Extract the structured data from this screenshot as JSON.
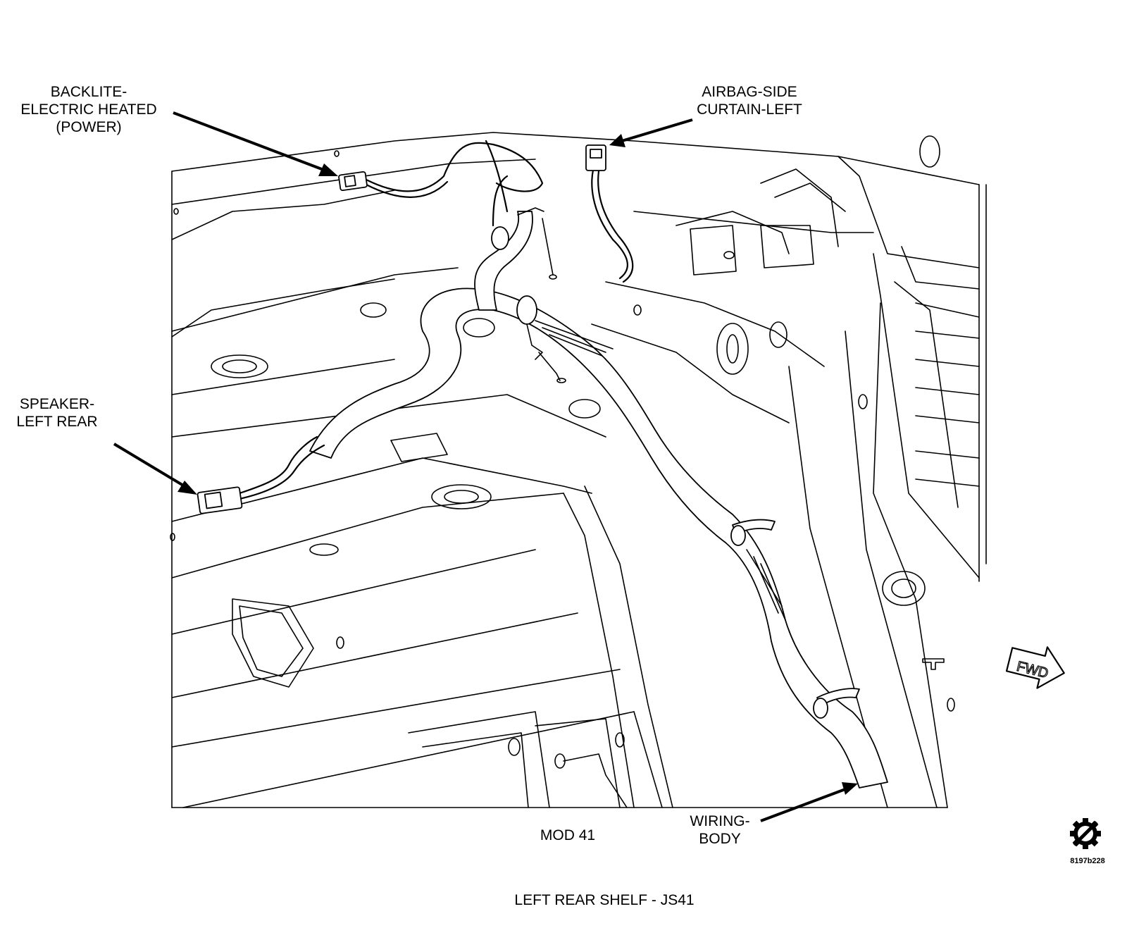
{
  "callouts": {
    "backlite": [
      "BACKLITE-",
      "ELECTRIC HEATED",
      "(POWER)"
    ],
    "airbag": [
      "AIRBAG-SIDE",
      "CURTAIN-LEFT"
    ],
    "speaker": [
      "SPEAKER-",
      "LEFT REAR"
    ],
    "wiring": [
      "WIRING-",
      "BODY"
    ]
  },
  "module_label": "MOD 41",
  "fwd_label": "FWD",
  "figure_code": "8197b228",
  "caption": "LEFT REAR SHELF - JS41",
  "icons": {
    "service": "gear-slash-icon",
    "direction": "forward-arrow-icon"
  }
}
